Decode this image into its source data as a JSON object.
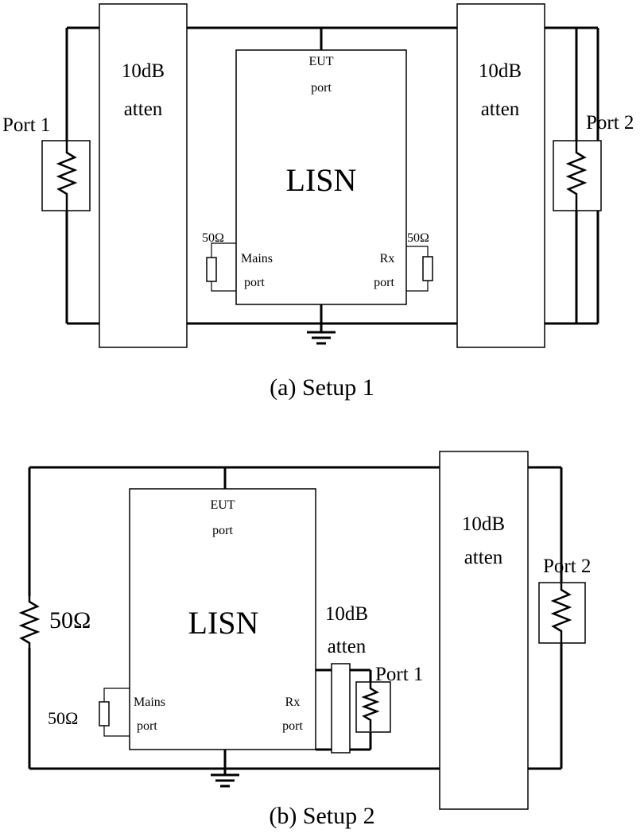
{
  "setup1": {
    "caption": "(a)  Setup  1",
    "left_atten": [
      "10dB",
      "atten"
    ],
    "right_atten": [
      "10dB",
      "atten"
    ],
    "port1": "Port 1",
    "port2": "Port 2",
    "lisn": {
      "title": "LISN",
      "eut_port": [
        "EUT",
        "port"
      ],
      "mains_port": [
        "Mains",
        "port"
      ],
      "rx_port": [
        "Rx",
        "port"
      ],
      "mains_load": "50Ω",
      "rx_load": "50Ω"
    }
  },
  "setup2": {
    "caption": "(b)  Setup  2",
    "right_atten": [
      "10dB",
      "atten"
    ],
    "small_atten": [
      "10dB",
      "atten"
    ],
    "port1": "Port 1",
    "port2": "Port 2",
    "left_resistor": "50Ω",
    "lisn": {
      "title": "LISN",
      "eut_port": [
        "EUT",
        "port"
      ],
      "mains_port": [
        "Mains",
        "port"
      ],
      "rx_port": [
        "Rx",
        "port"
      ],
      "mains_load": "50Ω"
    }
  }
}
